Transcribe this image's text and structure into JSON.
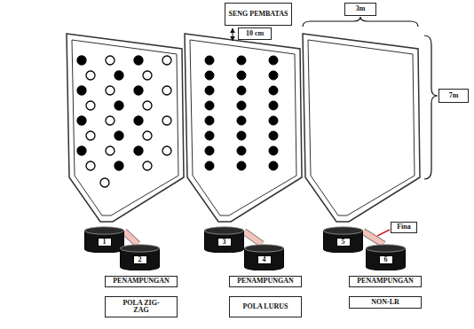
{
  "diagram": {
    "nodes": [
      {
        "text": [
          "SENG PEMBATAS"
        ]
      },
      {
        "text": [
          "10 cm"
        ]
      },
      {
        "text": [
          "3m"
        ]
      },
      {
        "text": [
          "7m"
        ]
      },
      {
        "text": [
          "1"
        ]
      },
      {
        "text": [
          "2"
        ]
      },
      {
        "text": [
          "3"
        ]
      },
      {
        "text": [
          "4"
        ]
      },
      {
        "text": [
          "5"
        ]
      },
      {
        "text": [
          "6"
        ]
      },
      {
        "text": [
          "Fina"
        ]
      },
      {
        "text": [
          "PENAMPUNGAN"
        ]
      },
      {
        "text": [
          "PENAMPUNGAN"
        ]
      },
      {
        "text": [
          "PENAMPUNGAN"
        ]
      },
      {
        "text": [
          "POLA ZIG-ZAG"
        ]
      },
      {
        "text": [
          "POLA LURUS"
        ]
      },
      {
        "text": [
          "NON-LR"
        ]
      }
    ],
    "edges": [
      {
        "from": 4,
        "to": 5,
        "arrow": "none"
      },
      {
        "from": 6,
        "to": 7,
        "arrow": "none"
      },
      {
        "from": 8,
        "to": 9,
        "arrow": "none"
      }
    ]
  }
}
